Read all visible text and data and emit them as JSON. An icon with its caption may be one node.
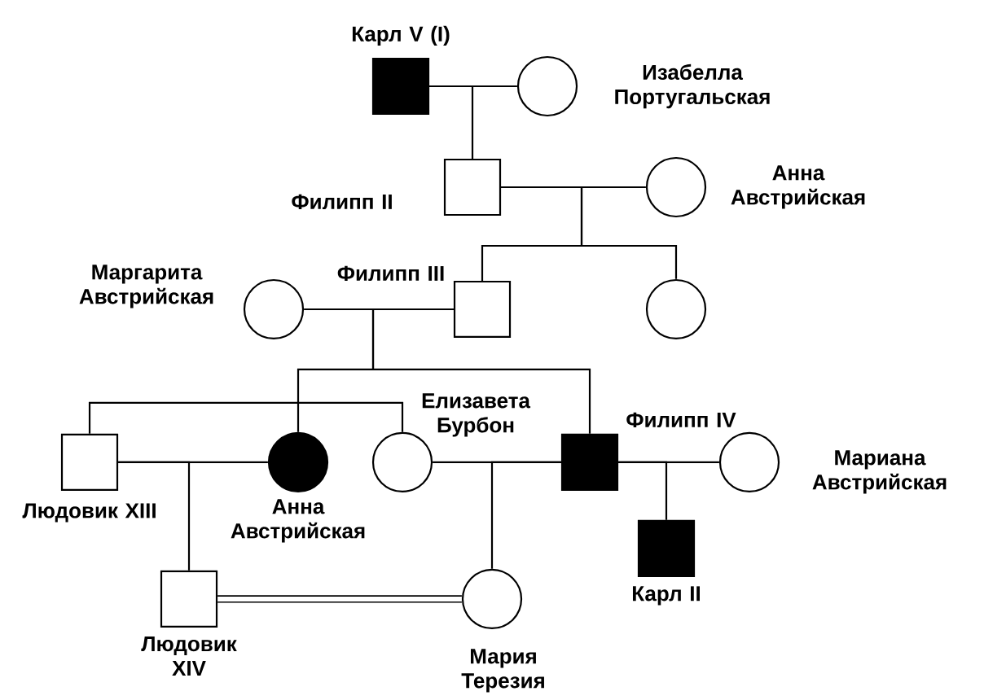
{
  "diagram": {
    "nodes": [
      {
        "text": [],
        "shape": "box",
        "beside": [
          "Карл V (I)"
        ]
      },
      {
        "text": [],
        "shape": "circle",
        "beside": [
          "Изабелла Португальская"
        ]
      },
      {
        "text": [],
        "shape": "box",
        "beside": [
          "Филипп II"
        ]
      },
      {
        "text": [],
        "shape": "circle",
        "beside": [
          "Анна Австрийская"
        ]
      },
      {
        "text": [],
        "shape": "circle",
        "beside": [
          "Маргарита Австрийская"
        ]
      },
      {
        "text": [],
        "shape": "box",
        "beside": [
          "Филипп III"
        ]
      },
      {
        "text": [],
        "shape": "circle"
      },
      {
        "text": [],
        "shape": "box",
        "beside": [
          "Людовик XIII"
        ]
      },
      {
        "text": [],
        "shape": "circle",
        "beside": [
          "Анна Австрийская"
        ]
      },
      {
        "text": [],
        "shape": "circle",
        "beside": [
          "Елизавета Бурбон"
        ]
      },
      {
        "text": [],
        "shape": "box",
        "beside": [
          "Филипп IV"
        ]
      },
      {
        "text": [],
        "shape": "circle",
        "beside": [
          "Мариана Австрийская"
        ]
      },
      {
        "text": [],
        "shape": "box",
        "beside": [
          "Карл II"
        ]
      },
      {
        "text": [],
        "shape": "box",
        "beside": [
          "Людовик XIV"
        ]
      },
      {
        "text": [],
        "shape": "circle",
        "beside": [
          "Мария Терезия"
        ]
      }
    ],
    "edges": [
      {
        "from": 0,
        "to": 1,
        "arrow": "none"
      },
      {
        "from": 0,
        "to": 2,
        "arrow": "none"
      },
      {
        "from": 2,
        "to": 3,
        "arrow": "none"
      },
      {
        "from": 2,
        "to": 5,
        "arrow": "none"
      },
      {
        "from": 2,
        "to": 6,
        "arrow": "none"
      },
      {
        "from": 4,
        "to": 5,
        "arrow": "none"
      },
      {
        "from": 5,
        "to": 8,
        "arrow": "none"
      },
      {
        "from": 5,
        "to": 10,
        "arrow": "none"
      },
      {
        "from": 7,
        "to": 9,
        "arrow": "none"
      },
      {
        "from": 7,
        "to": 8,
        "arrow": "none"
      },
      {
        "from": 9,
        "to": 10,
        "arrow": "none"
      },
      {
        "from": 10,
        "to": 11,
        "arrow": "none"
      },
      {
        "from": 7,
        "to": 13,
        "arrow": "none"
      },
      {
        "from": 10,
        "to": 14,
        "arrow": "none"
      },
      {
        "from": 10,
        "to": 12,
        "arrow": "none"
      },
      {
        "from": 13,
        "to": 14,
        "arrow": "none",
        "style": "thick"
      }
    ]
  }
}
